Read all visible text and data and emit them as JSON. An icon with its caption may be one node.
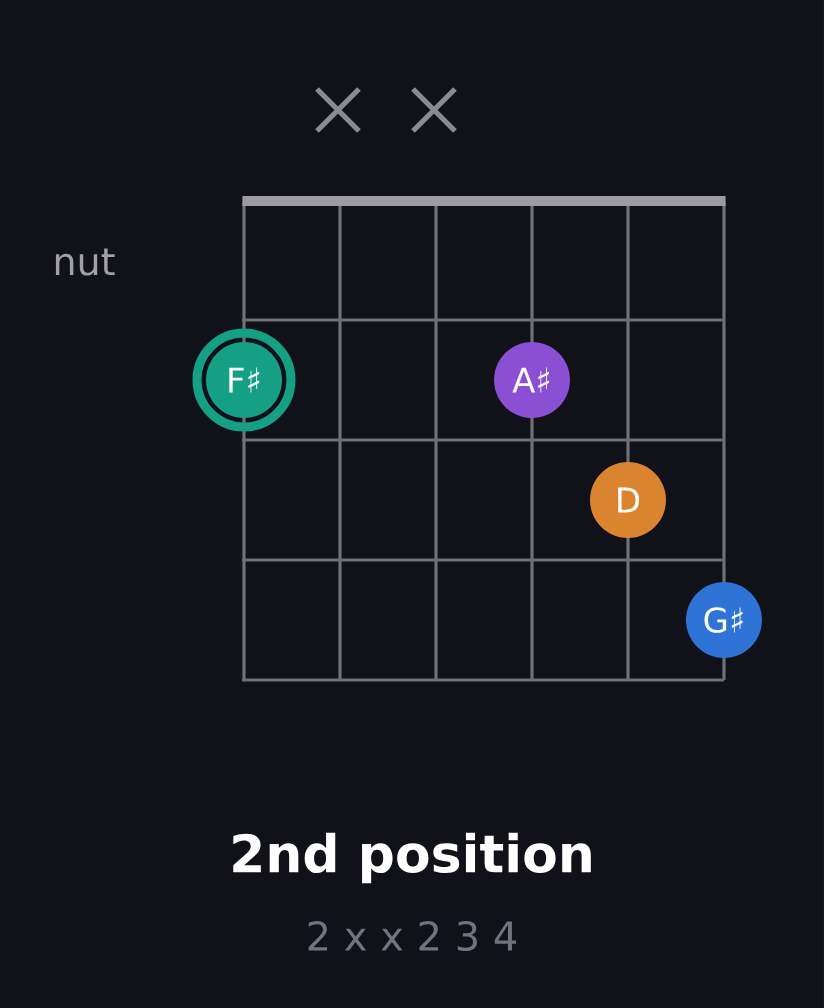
{
  "diagram": {
    "title": "2nd position",
    "nodes": [
      {
        "text": [
          "F♯"
        ]
      },
      {
        "text": [
          "A♯"
        ]
      },
      {
        "text": [
          "D"
        ]
      },
      {
        "text": [
          "G♯"
        ]
      }
    ],
    "labels": [
      "nut",
      "2 x x 2 3 4"
    ]
  }
}
